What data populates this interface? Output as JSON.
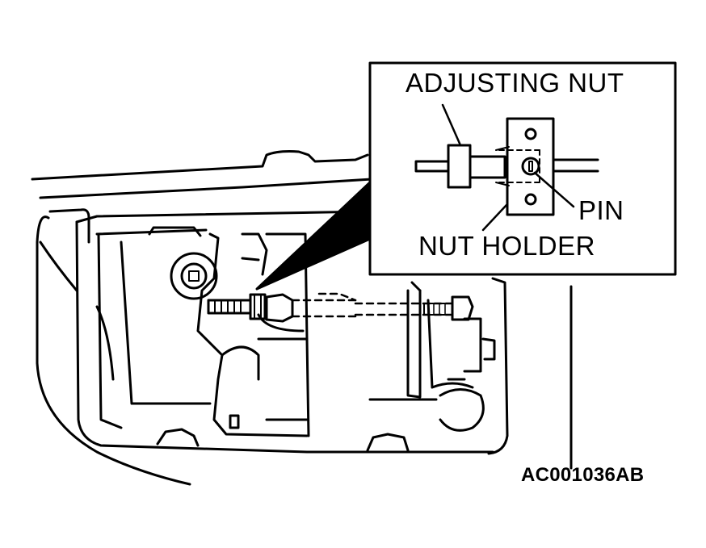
{
  "diagram": {
    "callouts": {
      "adjusting_nut": "ADJUSTING NUT",
      "pin": "PIN",
      "nut_holder": "NUT HOLDER"
    },
    "figure_code": "AC001036AB",
    "colors": {
      "line": "#000000",
      "background": "#ffffff"
    }
  }
}
